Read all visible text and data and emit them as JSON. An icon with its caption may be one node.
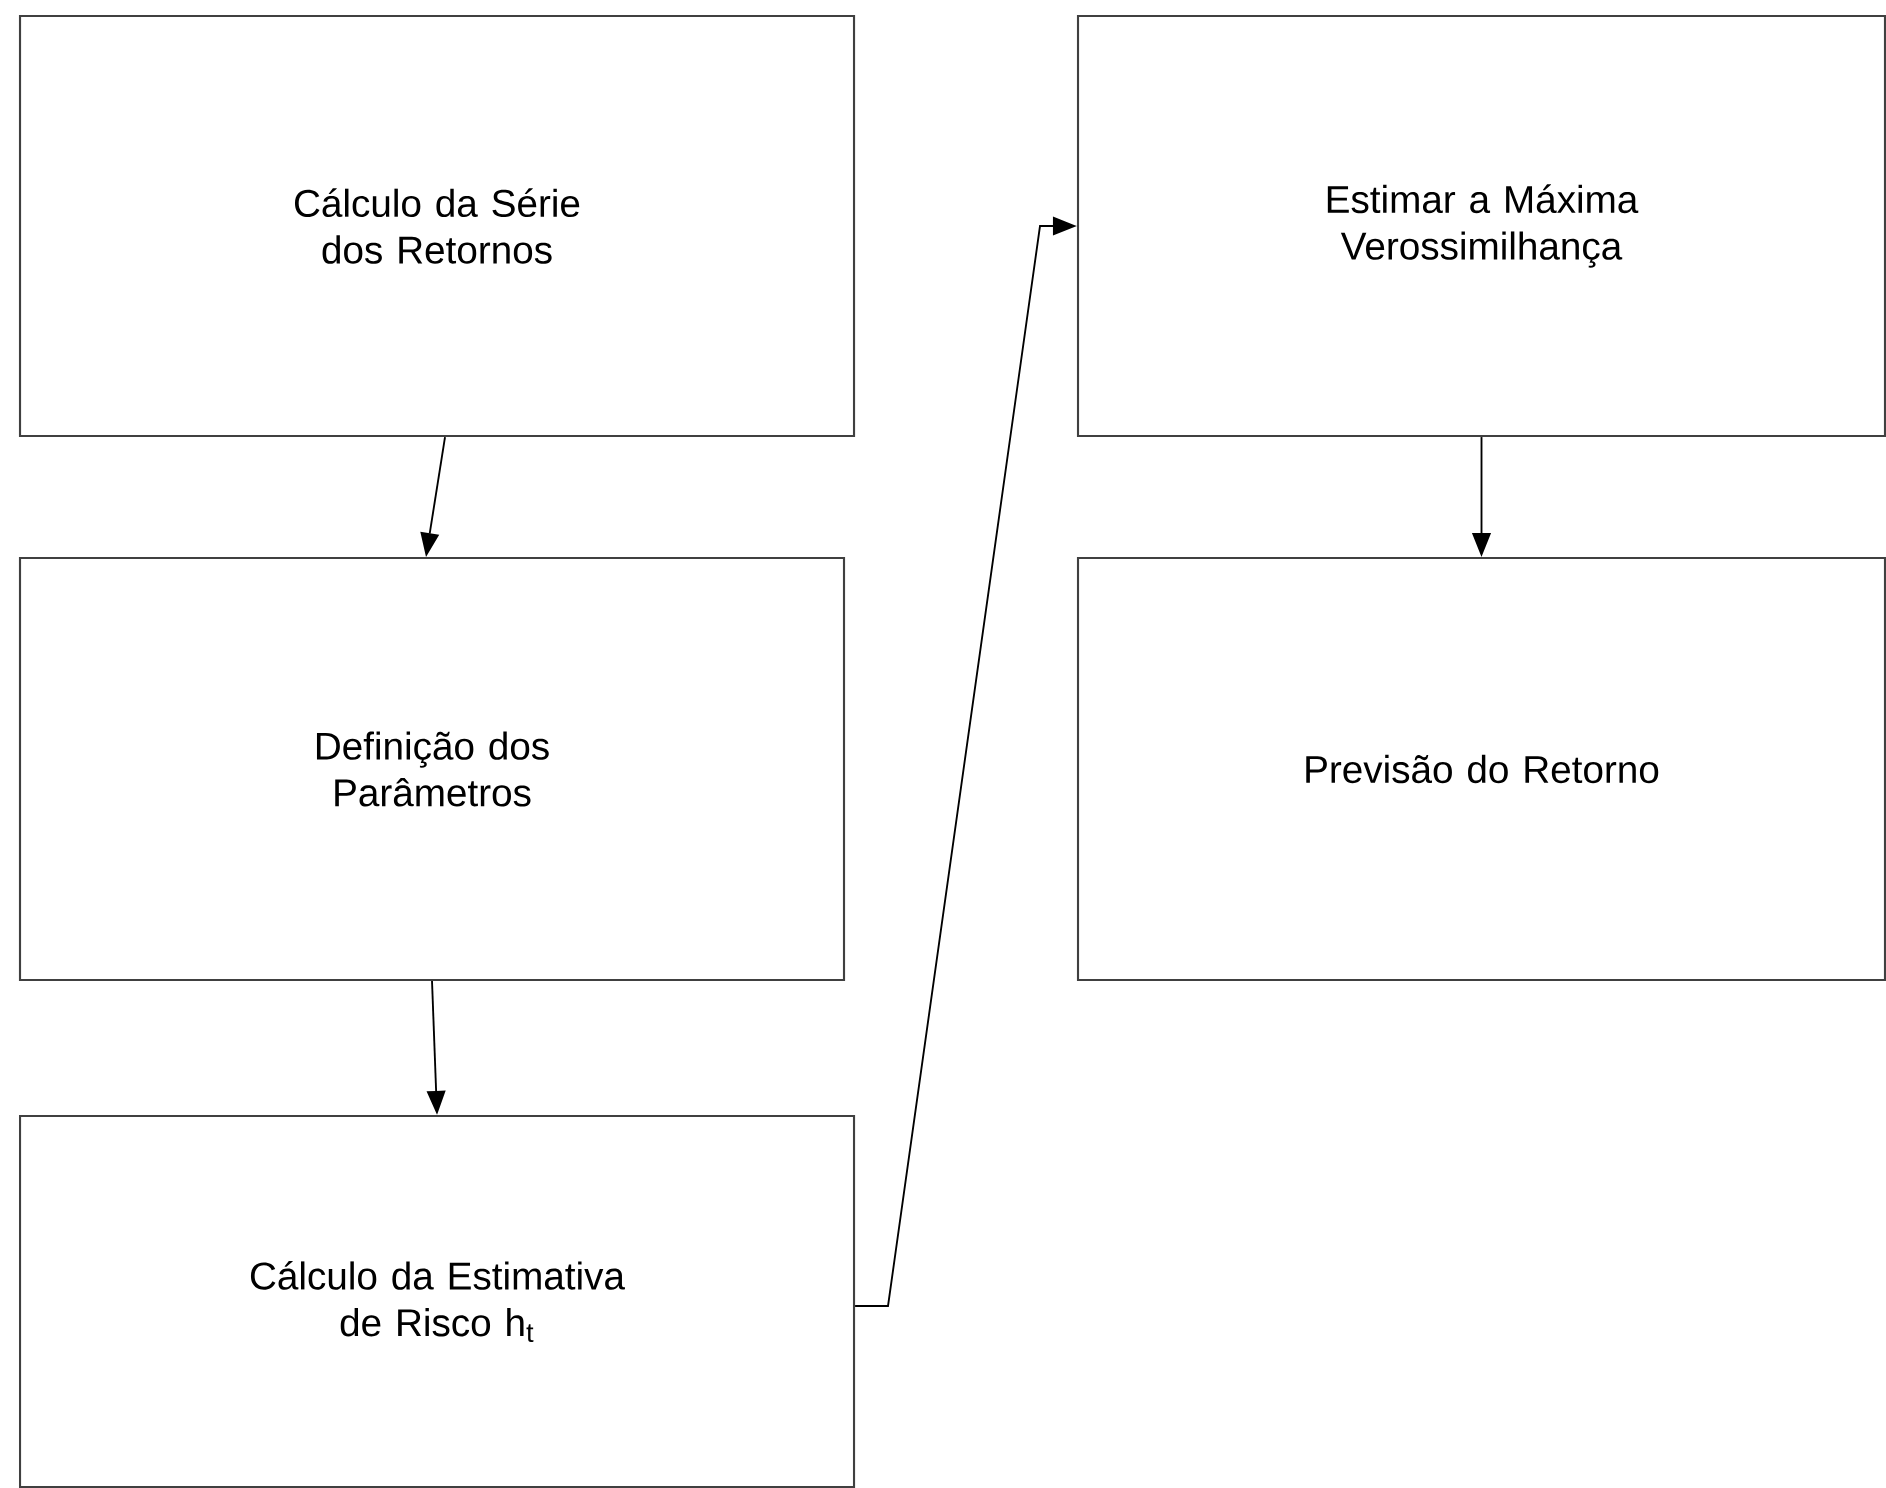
{
  "diagram": {
    "nodes": [
      {
        "text": [
          "Cálculo da Série dos Retornos"
        ]
      },
      {
        "text": [
          "Definição dos Parâmetros"
        ]
      },
      {
        "text": [
          "Cálculo da Estimativa de Risco h$_{t}$"
        ]
      },
      {
        "text": [
          "Estimar a Máxima Verossimilhança"
        ]
      },
      {
        "text": [
          "Previsão do Retorno"
        ]
      }
    ],
    "edges": [
      {
        "from": 0,
        "to": 1,
        "arrow": "to"
      },
      {
        "from": 1,
        "to": 2,
        "arrow": "to"
      },
      {
        "from": 2,
        "to": 3,
        "arrow": "to"
      },
      {
        "from": 3,
        "to": 4,
        "arrow": "to"
      }
    ]
  }
}
